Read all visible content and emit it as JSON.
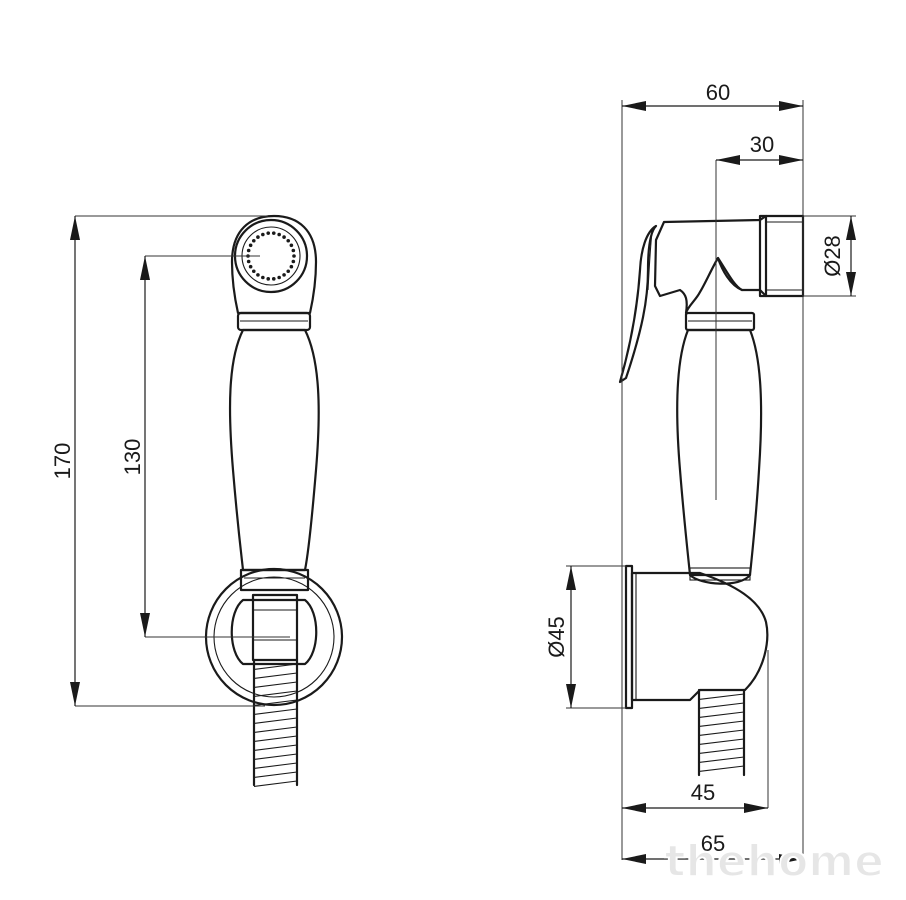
{
  "dimensions": {
    "front_total_height": "170",
    "front_center_distance": "130",
    "side_total_width": "60",
    "side_head_offset": "30",
    "head_diameter": "Ø28",
    "holder_diameter": "Ø45",
    "holder_depth": "45",
    "overall_depth": "65"
  },
  "watermark": "thehome"
}
